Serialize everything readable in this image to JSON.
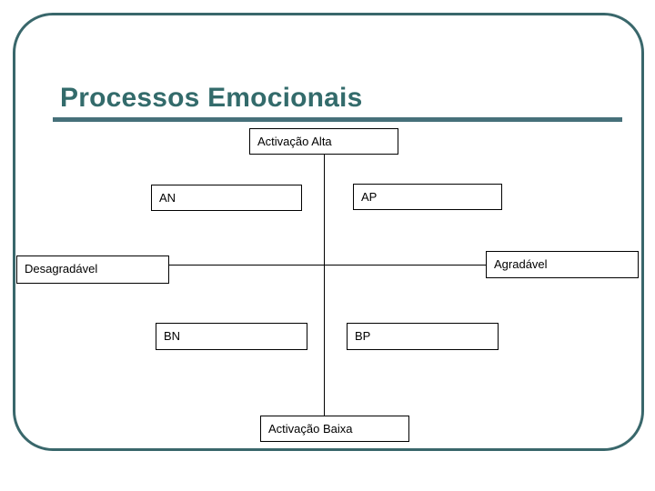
{
  "slide": {
    "title": "Processos Emocionais",
    "language": "pt-PT",
    "background_color": "#ffffff",
    "frame_color": "#39676b",
    "title_color": "#336b6b",
    "rule_color": "#46707a"
  },
  "diagram": {
    "type": "two-axis-quadrant",
    "axes": {
      "vertical": {
        "top_label": "Activação Alta",
        "bottom_label": "Activação Baixa"
      },
      "horizontal": {
        "left_label": "Desagradável",
        "right_label": "Agradável"
      }
    },
    "quadrants": [
      {
        "key": "AN",
        "label": "AN",
        "position": "top-left"
      },
      {
        "key": "AP",
        "label": "AP",
        "position": "top-right"
      },
      {
        "key": "BN",
        "label": "BN",
        "position": "bottom-left"
      },
      {
        "key": "BP",
        "label": "BP",
        "position": "bottom-right"
      }
    ]
  }
}
